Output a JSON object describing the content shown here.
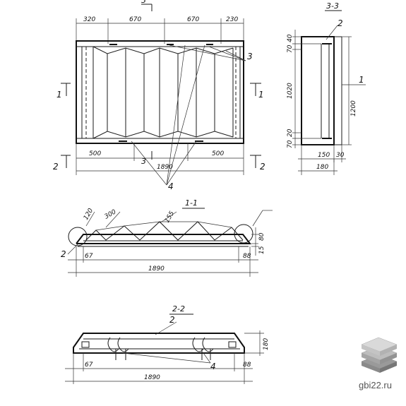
{
  "plan": {
    "dims_top": [
      "320",
      "670",
      "670",
      "230"
    ],
    "dims_bottom": [
      "500",
      "1890",
      "500"
    ],
    "callouts": [
      "3",
      "4"
    ],
    "cut_1": "1",
    "cut_2": "2",
    "cut_3": "3"
  },
  "section_3_3": {
    "title": "3-3",
    "marks": [
      "2",
      "1"
    ],
    "dims_left": [
      "40",
      "70",
      "1020",
      "20",
      "70"
    ],
    "dims_right": "1200",
    "dims_bottom": [
      "150",
      "30",
      "180"
    ]
  },
  "section_1_1": {
    "title": "1-1",
    "dims_top": [
      "120",
      "300",
      "155"
    ],
    "dims_right": [
      "80",
      "15"
    ],
    "dims_bottom": [
      "67",
      "1890",
      "88"
    ],
    "mark": "2"
  },
  "section_2_2": {
    "title": "2-2",
    "marks": [
      "2",
      "4"
    ],
    "dims_right": "180",
    "dims_bottom": [
      "67",
      "1890",
      "88"
    ]
  },
  "brand": {
    "site": "gbi22.ru",
    "colors": {
      "top": "#d9d9d9",
      "mid": "#bdbdbd",
      "low": "#9a9a9a"
    }
  }
}
